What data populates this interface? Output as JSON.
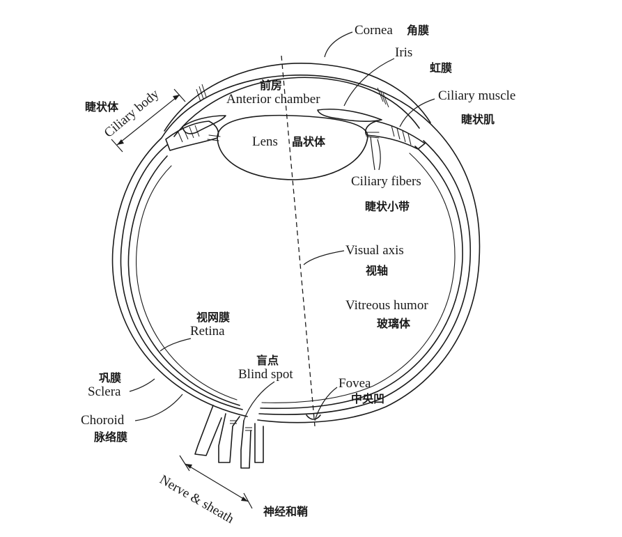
{
  "labels": {
    "cornea_en": "Cornea",
    "cornea_zh": "角膜",
    "iris_en": "Iris",
    "iris_zh": "虹膜",
    "ciliary_body_en": "Ciliary body",
    "ciliary_body_zh": "睫状体",
    "anterior_chamber_zh": "前房",
    "anterior_chamber_en": "Anterior chamber",
    "ciliary_muscle_en": "Ciliary muscle",
    "ciliary_muscle_zh": "睫状肌",
    "lens_en": "Lens",
    "lens_zh": "晶状体",
    "ciliary_fibers_en": "Ciliary fibers",
    "ciliary_fibers_zh": "睫状小带",
    "visual_axis_en": "Visual axis",
    "visual_axis_zh": "视轴",
    "vitreous_humor_en": "Vitreous humor",
    "vitreous_humor_zh": "玻璃体",
    "retina_zh": "视网膜",
    "retina_en": "Retina",
    "blind_spot_zh": "盲点",
    "blind_spot_en": "Blind spot",
    "sclera_zh": "巩膜",
    "sclera_en": "Sclera",
    "fovea_en": "Fovea",
    "fovea_zh": "中央凹",
    "choroid_en": "Choroid",
    "choroid_zh": "脉络膜",
    "nerve_sheath_en": "Nerve & sheath",
    "nerve_sheath_zh": "神经和鞘"
  }
}
